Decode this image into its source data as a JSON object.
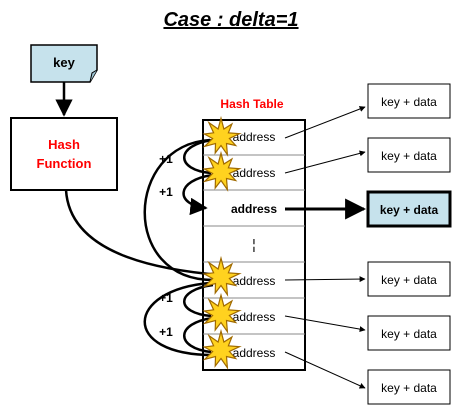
{
  "title": "Case : delta=1",
  "key_box": {
    "label": "key",
    "fill": "#c6e2ec"
  },
  "hash_function": {
    "line1": "Hash",
    "line2": "Function",
    "text_color": "#ff0000"
  },
  "hash_table": {
    "title": "Hash Table",
    "title_color": "#ff0000",
    "rows": [
      "address",
      "address",
      "address",
      "",
      "address",
      "address",
      "address"
    ],
    "ellipsis": "¦"
  },
  "records": [
    {
      "label": "key + data",
      "highlight": false
    },
    {
      "label": "key + data",
      "highlight": false
    },
    {
      "label": "key + data",
      "highlight": true,
      "fill": "#c6e2ec"
    },
    {
      "label": "key + data",
      "highlight": false
    },
    {
      "label": "key + data",
      "highlight": false
    },
    {
      "label": "key + data",
      "highlight": false
    }
  ],
  "probe_labels": [
    "+1",
    "+1",
    "+1",
    "+1"
  ],
  "collision_marker": {
    "fill": "#ffd21f",
    "stroke": "#a06a00"
  }
}
